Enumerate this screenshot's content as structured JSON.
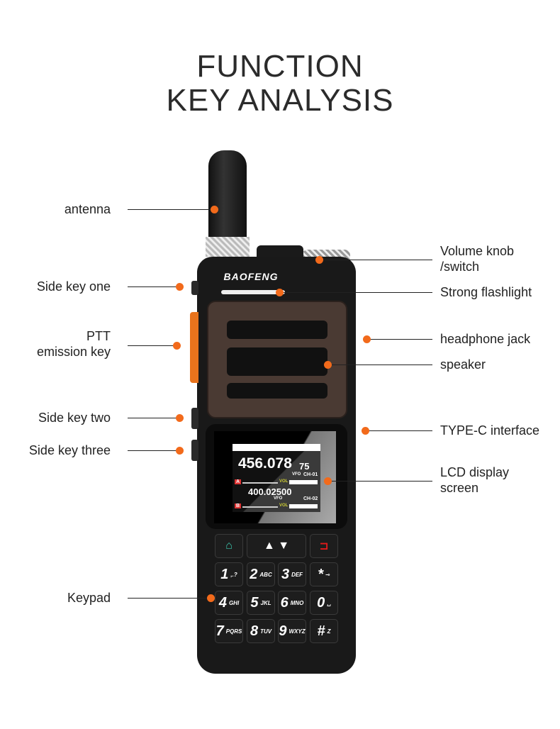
{
  "title": {
    "line1": "FUNCTION",
    "line2": "KEY ANALYSIS"
  },
  "brand": "BAOFENG",
  "callouts_left": [
    {
      "id": "antenna",
      "label": "antenna"
    },
    {
      "id": "side-key-one",
      "label": "Side key one"
    },
    {
      "id": "ptt",
      "label": "PTT\nemission key",
      "line1": "PTT",
      "line2": "emission key"
    },
    {
      "id": "side-key-two",
      "label": "Side key two"
    },
    {
      "id": "side-key-three",
      "label": "Side key three"
    },
    {
      "id": "keypad",
      "label": "Keypad"
    }
  ],
  "callouts_right": [
    {
      "id": "volume",
      "line1": "Volume knob",
      "line2": "/switch"
    },
    {
      "id": "flashlight",
      "label": "Strong flashlight"
    },
    {
      "id": "headphone",
      "label": "headphone jack"
    },
    {
      "id": "speaker",
      "label": "speaker"
    },
    {
      "id": "typec",
      "label": "TYPE-C interface"
    },
    {
      "id": "lcd",
      "line1": "LCD display",
      "line2": "screen"
    }
  ],
  "lcd": {
    "freq_a": "456.078",
    "freq_a_sub": "75",
    "mode_a": "VFO",
    "ch_a": "CH-01",
    "vol_a": "VOL",
    "freq_b": "400.02500",
    "mode_b": "VFO",
    "ch_b": "CH-02",
    "vol_b": "VOL",
    "tag_a": "A",
    "tag_b": "B"
  },
  "keys": [
    {
      "n": "1",
      "s": ",.?"
    },
    {
      "n": "2",
      "s": "ABC"
    },
    {
      "n": "3",
      "s": "DEF"
    },
    {
      "n": "*",
      "s": "⊸"
    },
    {
      "n": "4",
      "s": "GHI"
    },
    {
      "n": "5",
      "s": "JKL"
    },
    {
      "n": "6",
      "s": "MNO"
    },
    {
      "n": "0",
      "s": "␣"
    },
    {
      "n": "7",
      "s": "PQRS"
    },
    {
      "n": "8",
      "s": "TUV"
    },
    {
      "n": "9",
      "s": "WXYZ"
    },
    {
      "n": "#",
      "s": "Z"
    }
  ],
  "colors": {
    "accent": "#f26a1b",
    "body": "#1a1a1a",
    "grille": "#4a3a33"
  }
}
